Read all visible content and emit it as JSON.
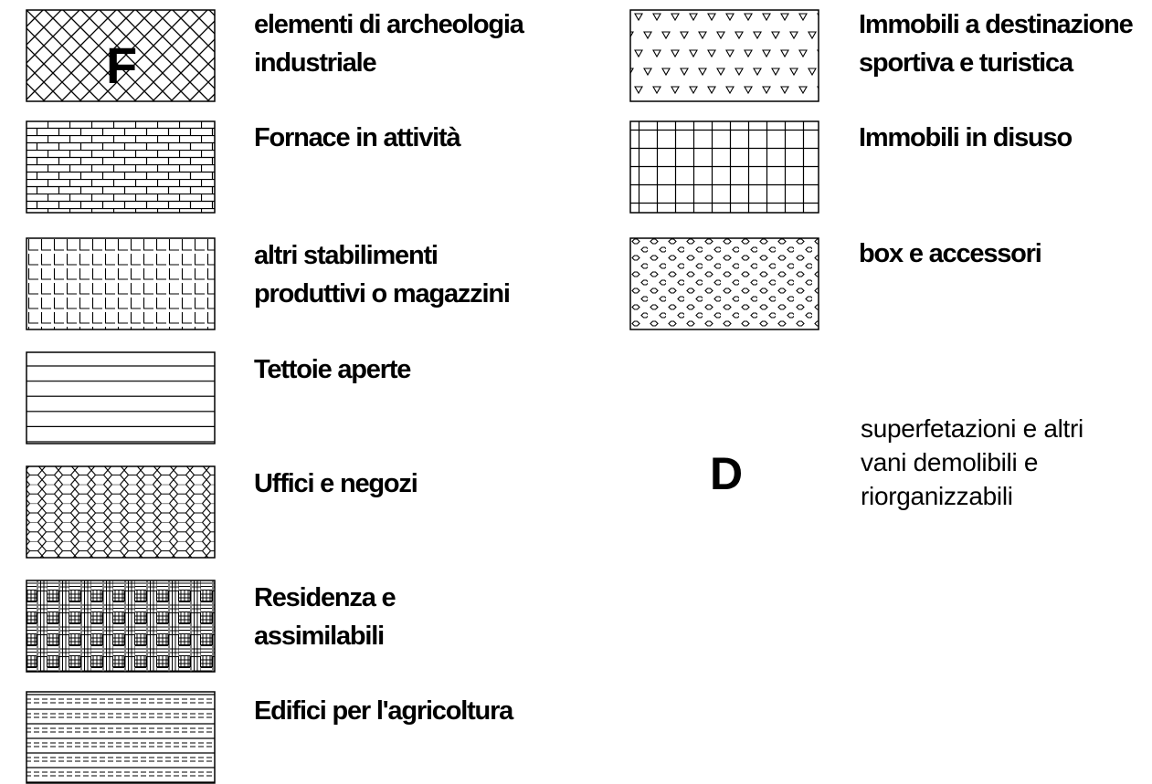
{
  "legend": {
    "left": [
      {
        "pattern": "herringbone-icon",
        "marker": "F",
        "lines": [
          "elementi di archeologia",
          "industriale"
        ]
      },
      {
        "pattern": "brick-icon",
        "lines": [
          "Fornace in attività"
        ]
      },
      {
        "pattern": "grid-icon",
        "lines": [
          "altri stabilimenti",
          "produttivi o magazzini"
        ]
      },
      {
        "pattern": "horizontal-lines-icon",
        "lines": [
          "Tettoie aperte"
        ]
      },
      {
        "pattern": "hexagon-icon",
        "lines": [
          "Uffici e negozi"
        ]
      },
      {
        "pattern": "basketweave-icon",
        "lines": [
          "Residenza e",
          "assimilabili"
        ]
      },
      {
        "pattern": "dashed-lines-icon",
        "lines": [
          "Edifici per l'agricoltura"
        ]
      }
    ],
    "right": [
      {
        "pattern": "triangles-icon",
        "lines": [
          "Immobili a destinazione",
          "sportiva e turistica"
        ]
      },
      {
        "pattern": "stairs-icon",
        "lines": [
          "Immobili in disuso"
        ]
      },
      {
        "pattern": "circles-icon",
        "lines": [
          "box e accessori"
        ]
      },
      {
        "pattern": "letter-d-icon",
        "marker": "D",
        "lines": [
          "superfetazioni e altri",
          "vani demolibili e",
          "riorganizzabili"
        ]
      }
    ]
  }
}
